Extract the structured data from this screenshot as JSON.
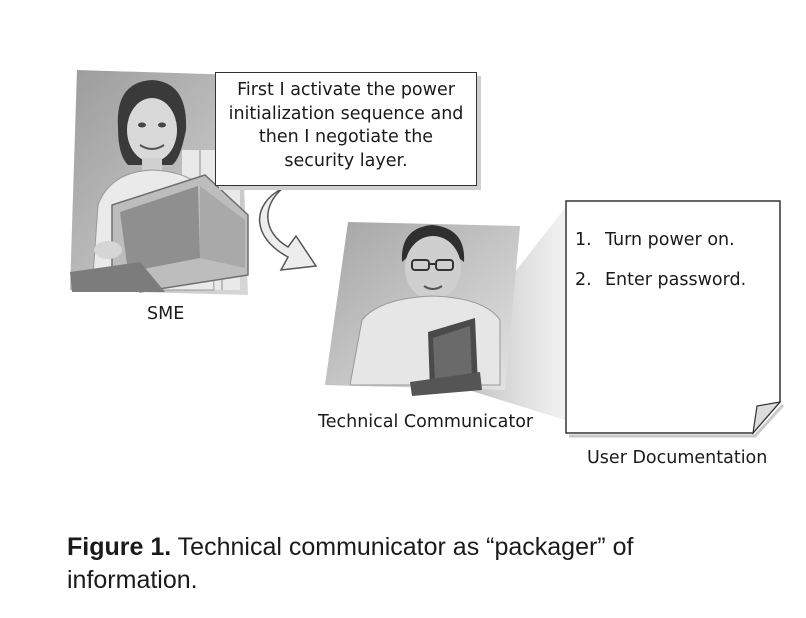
{
  "speech_bubble": {
    "lines": [
      "First I activate the power",
      "initialization sequence and",
      "then I negotiate the",
      "security layer."
    ]
  },
  "labels": {
    "sme": "SME",
    "technical_communicator": "Technical Communicator",
    "user_documentation": "User Documentation"
  },
  "document": {
    "items": [
      {
        "number": "1.",
        "text": "Turn power on."
      },
      {
        "number": "2.",
        "text": "Enter password."
      }
    ]
  },
  "caption": {
    "prefix": "Figure 1.",
    "text": " Technical communicator as “packager” of information."
  }
}
